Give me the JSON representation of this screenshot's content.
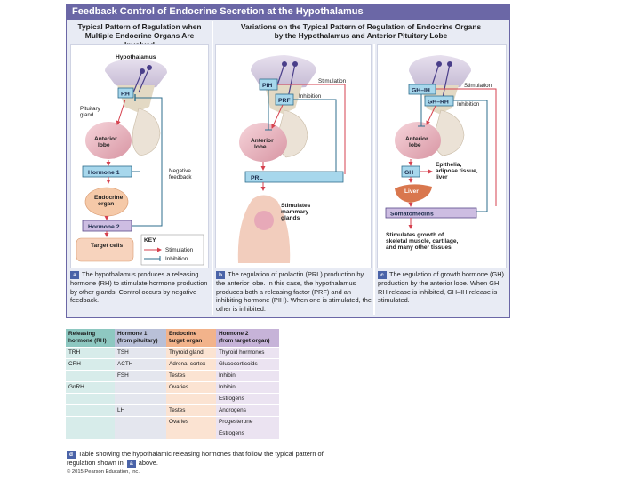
{
  "title": "Feedback Control of Endocrine Secretion at the Hypothalamus",
  "panel_titles": {
    "a": [
      "Typical Pattern of Regulation when",
      "Multiple Endocrine Organs Are Involved"
    ],
    "b": [
      "Variations on the Typical Pattern of Regulation of Endocrine Organs",
      "by the Hypothalamus and Anterior Pituitary Lobe"
    ]
  },
  "panel_a": {
    "hypothalamus": "Hypothalamus",
    "rh": "RH",
    "pituitary": [
      "Pituitary",
      "gland"
    ],
    "anterior": [
      "Anterior",
      "lobe"
    ],
    "hormone1": "Hormone 1",
    "neg_feedback": [
      "Negative",
      "feedback"
    ],
    "endocrine": [
      "Endocrine",
      "organ"
    ],
    "hormone2": "Hormone 2",
    "target": "Target cells",
    "key_title": "KEY",
    "key_stim": "Stimulation",
    "key_inhib": "Inhibition"
  },
  "panel_b": {
    "pih": "PIH",
    "prf": "PRF",
    "stimulation": "Stimulation",
    "inhibition": "Inhibition",
    "anterior": [
      "Anterior",
      "lobe"
    ],
    "prl": "PRL",
    "stimulates": [
      "Stimulates",
      "mammary",
      "glands"
    ]
  },
  "panel_c": {
    "ghih": "GH–IH",
    "ghrh": "GH–RH",
    "stimulation": "Stimulation",
    "inhibition": "Inhibition",
    "anterior": [
      "Anterior",
      "lobe"
    ],
    "gh": "GH",
    "epithelia": [
      "Epithelia,",
      "adipose tissue,",
      "liver"
    ],
    "liver": "Liver",
    "somatomedins": "Somatomedins",
    "growth": [
      "Stimulates growth of",
      "skeletal muscle, cartilage,",
      "and many other tissues"
    ]
  },
  "captions": {
    "a_badge": "a",
    "a": "The hypothalamus produces a releasing hormone (RH) to stimulate hormone production by other glands. Control occurs by negative feedback.",
    "b_badge": "b",
    "b": "The regulation of prolactin (PRL) production by the anterior lobe. In this case, the hypothalamus produces both a releasing factor (PRF) and an inhibiting hormone (PIH). When one is stimulated, the other is inhibited.",
    "c_badge": "c",
    "c": "The regulation of growth hormone (GH) production by the anterior lobe. When GH–RH release is inhibited, GH–IH release is stimulated."
  },
  "table": {
    "headers": [
      [
        "Releasing",
        "hormone (RH)"
      ],
      [
        "Hormone 1",
        "(from pituitary)"
      ],
      [
        "Endocrine",
        "target organ"
      ],
      [
        "Hormone 2",
        "(from target organ)"
      ]
    ],
    "rows": [
      [
        "TRH",
        "TSH",
        "Thyroid gland",
        "Thyroid hormones"
      ],
      [
        "CRH",
        "ACTH",
        "Adrenal cortex",
        "Glucocorticoids"
      ],
      [
        "",
        "FSH",
        "Testes",
        "Inhibin"
      ],
      [
        "GnRH",
        "",
        "Ovaries",
        "Inhibin"
      ],
      [
        "",
        "",
        "",
        "Estrogens"
      ],
      [
        "",
        "LH",
        "Testes",
        "Androgens"
      ],
      [
        "",
        "",
        "Ovaries",
        "Progesterone"
      ],
      [
        "",
        "",
        "",
        "Estrogens"
      ]
    ],
    "caption_badge": "d",
    "caption": "Table showing the hypothalamic releasing hormones that follow the typical pattern of regulation shown in",
    "caption_ref": "a",
    "caption_end": "above."
  },
  "copyright": "© 2015 Pearson Education, Inc."
}
